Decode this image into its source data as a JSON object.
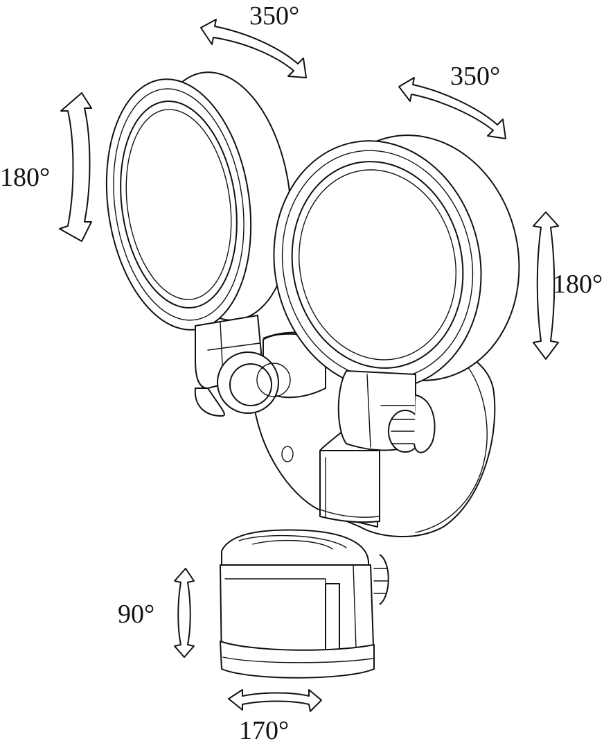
{
  "labels": {
    "left_head_pan": "350°",
    "right_head_pan": "350°",
    "left_head_tilt": "180°",
    "right_head_tilt": "180°",
    "sensor_tilt": "90°",
    "sensor_pan": "170°"
  },
  "colors": {
    "line": "#111111",
    "background": "#ffffff"
  }
}
